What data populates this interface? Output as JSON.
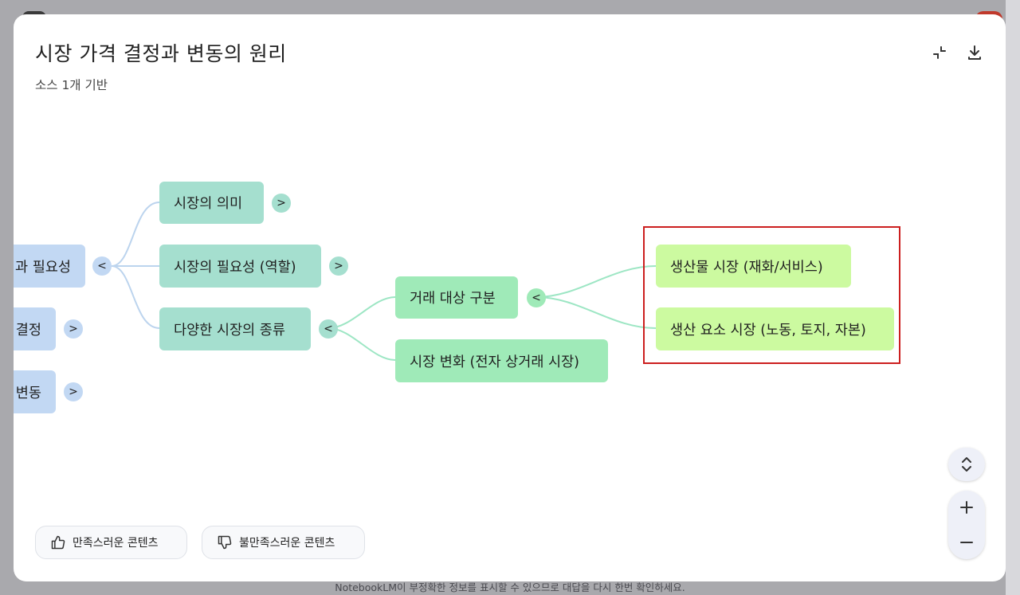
{
  "dialog": {
    "title": "시장 가격 결정과 변동의 원리",
    "subtitle": "소스 1개 기반"
  },
  "toolbar": {
    "collapse_icon": "collapse-icon",
    "download_icon": "download-icon"
  },
  "mindmap": {
    "root_nodes": [
      {
        "label": "과 필요성",
        "toggle": "<"
      },
      {
        "label": "결정",
        "toggle": ">"
      },
      {
        "label": "변동",
        "toggle": ">"
      }
    ],
    "level2": [
      {
        "label": "시장의 의미",
        "toggle": ">"
      },
      {
        "label": "시장의 필요성 (역할)",
        "toggle": ">"
      },
      {
        "label": "다양한 시장의 종류",
        "toggle": "<"
      }
    ],
    "level3": [
      {
        "label": "거래 대상 구분",
        "toggle": "<"
      },
      {
        "label": "시장 변화 (전자 상거래 시장)"
      }
    ],
    "level4": [
      {
        "label": "생산물 시장 (재화/서비스)"
      },
      {
        "label": "생산 요소 시장 (노동, 토지, 자본)"
      }
    ],
    "colors": {
      "root": "#c2d8f3",
      "level2": "#a5dfcf",
      "level3": "#9feab8",
      "level4": "#ccfaa0",
      "highlight": "#cc1f1f"
    }
  },
  "feedback": {
    "positive_label": "만족스러운 콘텐츠",
    "negative_label": "불만족스러운 콘텐츠",
    "positive_icon": "thumbs-up-icon",
    "negative_icon": "thumbs-down-icon"
  },
  "zoom": {
    "expand_icon": "unfold-icon",
    "zoom_in_icon": "plus-icon",
    "zoom_out_icon": "minus-icon"
  },
  "footer": {
    "disclaimer": "NotebookLM이 부정확한 정보를 표시할 수 있으므로 대답을 다시 한번 확인하세요."
  }
}
